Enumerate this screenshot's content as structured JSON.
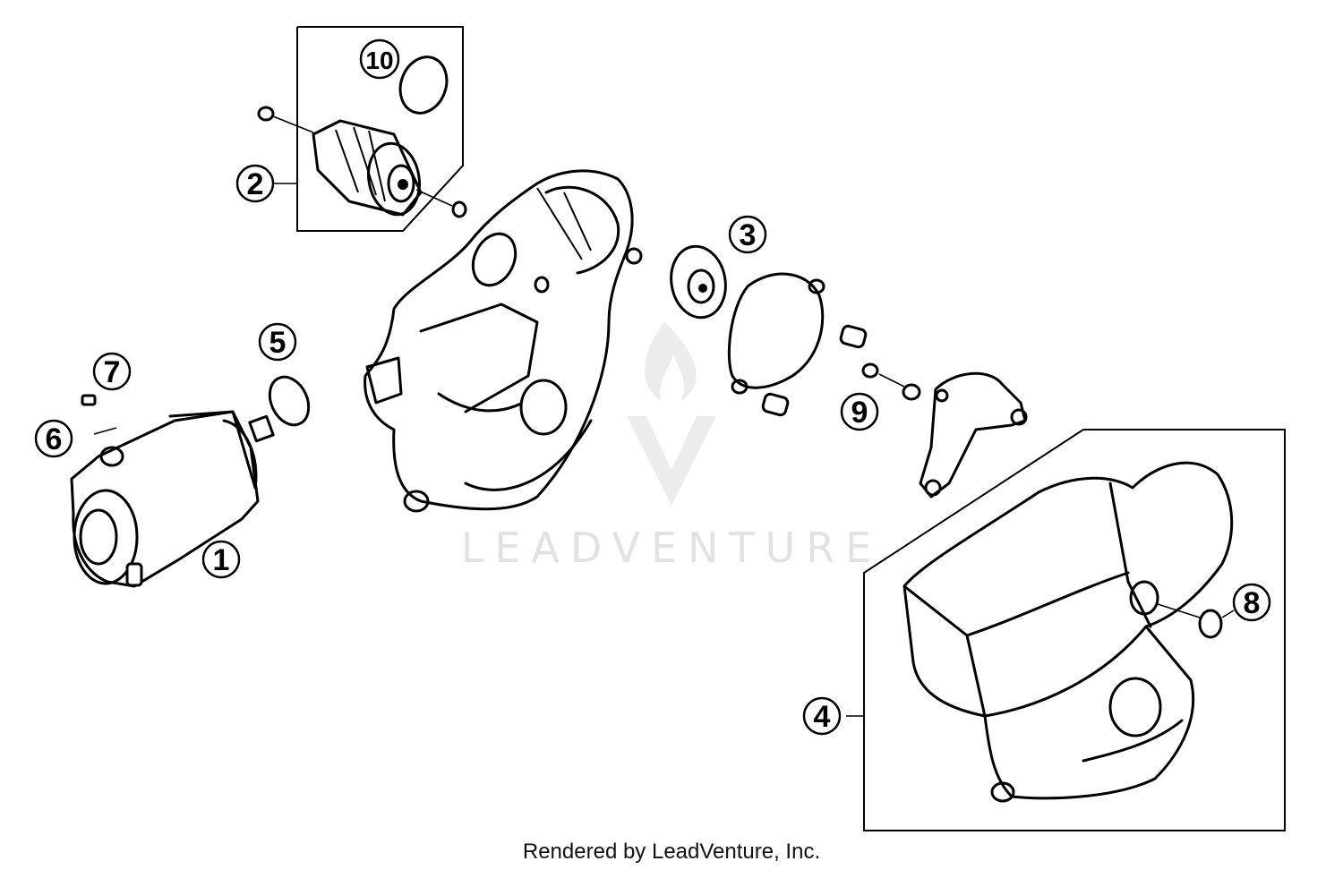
{
  "watermark": {
    "brand": "LEADVENTURE"
  },
  "footer": {
    "text": "Rendered by LeadVenture, Inc."
  },
  "callouts": [
    {
      "id": "1",
      "label": "1"
    },
    {
      "id": "2",
      "label": "2"
    },
    {
      "id": "3",
      "label": "3"
    },
    {
      "id": "4",
      "label": "4"
    },
    {
      "id": "5",
      "label": "5"
    },
    {
      "id": "6",
      "label": "6"
    },
    {
      "id": "7",
      "label": "7"
    },
    {
      "id": "8",
      "label": "8"
    },
    {
      "id": "9",
      "label": "9"
    },
    {
      "id": "10",
      "label": "10"
    }
  ]
}
